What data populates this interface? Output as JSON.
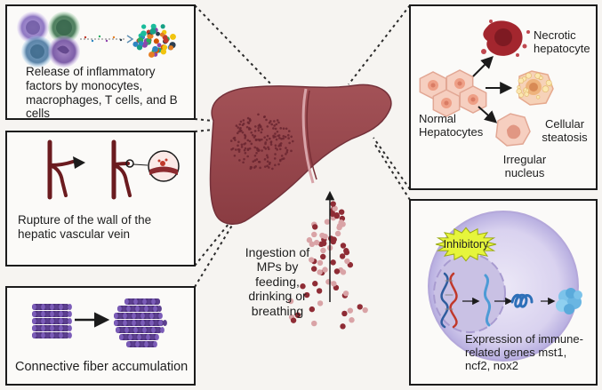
{
  "panels": {
    "inflammation": {
      "label": "Release of inflammatory factors by monocytes, macrophages, T cells, and B cells"
    },
    "rupture": {
      "label": "Rupture of the wall of the hepatic vascular vein"
    },
    "fiber": {
      "label": "Connective fiber accumulation"
    },
    "hepatocytes": {
      "necrotic": "Necrotic hepatocyte",
      "normal": "Normal Hepatocytes",
      "steatosis": "Cellular steatosis",
      "irregular": "Irregular nucleus"
    },
    "gene": {
      "badge": "Inhibitory",
      "label": "Expression of immune-related genes mst1, ncf2, nox2"
    }
  },
  "ingestion": {
    "label": "Ingestion of MPs by feeding, drinking or breathing"
  },
  "colors": {
    "panel_border": "#1b1b1b",
    "liver": "#9a4a4e",
    "liver_dark": "#7d3238",
    "particle_dark": "#8f2c35",
    "particle_light": "#d9a3a6",
    "cell_membrane": "#cfc7ea",
    "badge_fill": "#e6f53c",
    "fiber": "#5c3f8f",
    "vein": "#6b1b1f",
    "hepatocyte": "#f6cfc0"
  },
  "icons": [
    "immune-cells",
    "cytokines",
    "vein-rupture",
    "liver",
    "microplastic-particles",
    "hepatocytes",
    "dna",
    "mrna",
    "protein",
    "connective-fibers"
  ]
}
